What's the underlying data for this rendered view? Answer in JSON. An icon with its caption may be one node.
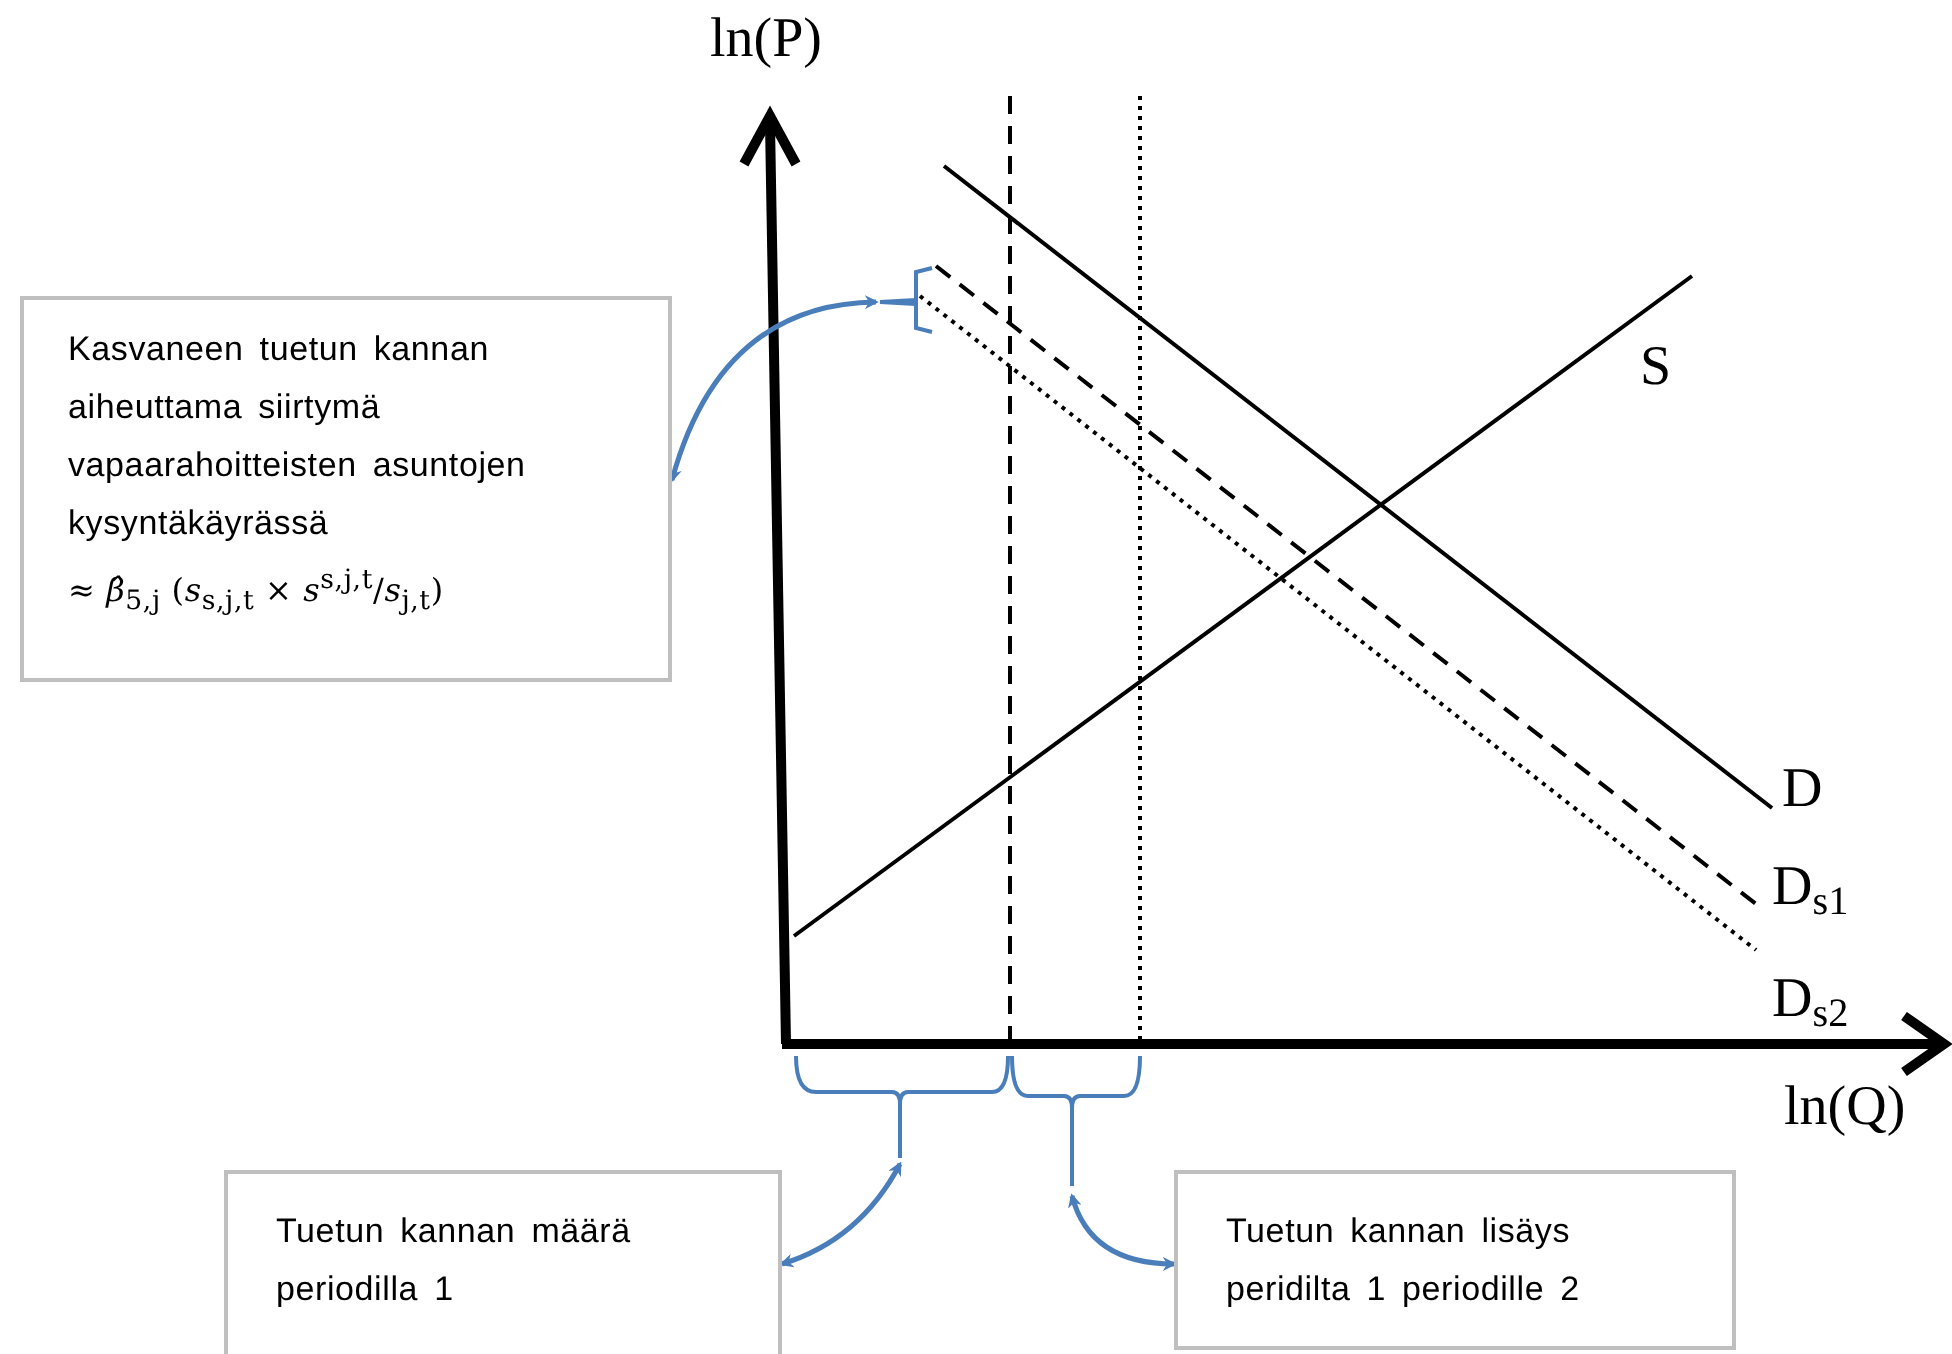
{
  "diagram": {
    "nodes": [
      {
        "text": [
          "Kasvaneen tuetun kannan aiheuttama siirtymä vapaarahoitteisten asuntojen kysyntäkäyrässä",
          "≈ *β̂*$_{5,j}$ (*s*$_{s,j,t}$ × *s*$^{s,j,t}$/*s*$_{j,t}$)"
        ]
      },
      {
        "text": [],
        "shape": "bracket"
      },
      {
        "text": [
          "Tuetun kannan määrä periodilla 1"
        ]
      },
      {
        "text": [],
        "shape": "bracket"
      },
      {
        "text": [
          "Tuetun kannan lisäys peridilta 1 periodille 2"
        ]
      },
      {
        "text": [],
        "shape": "bracket"
      }
    ],
    "edges": [
      {
        "from": 0,
        "to": 1,
        "arrow": "both"
      },
      {
        "from": 2,
        "to": 3,
        "arrow": "both"
      },
      {
        "from": 4,
        "to": 5,
        "arrow": "both"
      }
    ],
    "labels": [
      "ln(P)",
      "S",
      "D",
      "D$_{s1}$",
      "D$_{s2}$",
      "ln(Q)"
    ]
  }
}
